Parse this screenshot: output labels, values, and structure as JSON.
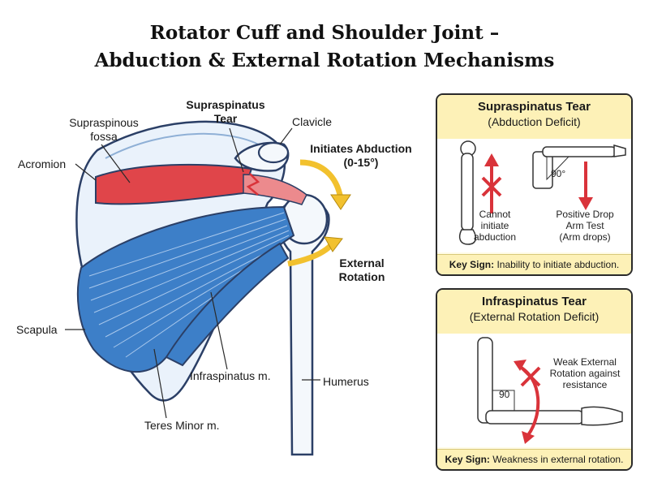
{
  "title": {
    "line1": "Rotator Cuff and Shoulder Joint –",
    "line2": "Abduction & External Rotation Mechanisms"
  },
  "labels": {
    "supraspinous_fossa_1": "Supraspinous",
    "supraspinous_fossa_2": "fossa",
    "acromion": "Acromion",
    "supraspinatus_tear_1": "Supraspinatus",
    "supraspinatus_tear_2": "Tear",
    "clavicle": "Clavicle",
    "initiates_abduction_1": "Initiates Abduction",
    "initiates_abduction_2": "(0-15°)",
    "external_rotation_1": "External",
    "external_rotation_2": "Rotation",
    "scapula": "Scapula",
    "infraspinatus": "Infraspinatus m.",
    "humerus": "Humerus",
    "teres_minor": "Teres Minor m."
  },
  "panels": {
    "supraspinatus": {
      "title": "Supraspinatus Tear",
      "subtitle": "(Abduction Deficit)",
      "left_caption_1": "Cannot",
      "left_caption_2": "initiate",
      "left_caption_3": "abduction",
      "angle": "90°",
      "right_caption_1": "Positive Drop",
      "right_caption_2": "Arm Test",
      "right_caption_3": "(Arm drops)",
      "key_label": "Key Sign:",
      "key_text": "Inability to initiate abduction."
    },
    "infraspinatus": {
      "title": "Infraspinatus Tear",
      "subtitle": "(External Rotation Deficit)",
      "caption_1": "Weak External",
      "caption_2": "Rotation against",
      "caption_3": "resistance",
      "angle": "90",
      "key_label": "Key Sign:",
      "key_text": "Weakness in external rotation."
    }
  },
  "colors": {
    "muscle_red": "#e0454a",
    "muscle_blue": "#3d7fc8",
    "arrow_yellow": "#f2c12e",
    "panel_header": "#fdf1b7",
    "x_red": "#d9333a"
  }
}
